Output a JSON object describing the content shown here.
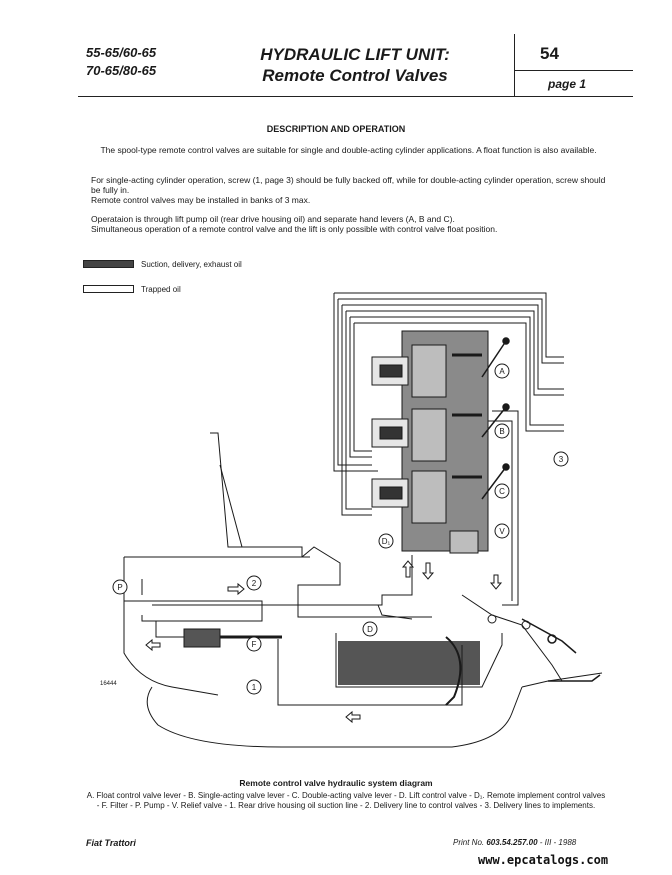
{
  "header": {
    "models_line1": "55-65/60-65",
    "models_line2": "70-65/80-65",
    "title_line1": "HYDRAULIC LIFT UNIT:",
    "title_line2": "Remote Control Valves",
    "page_number": "54",
    "page_label": "page 1"
  },
  "section": {
    "title": "DESCRIPTION AND OPERATION",
    "para1": "The spool-type remote control valves are suitable for single and double-acting cylinder applications. A float function is also available.",
    "para2_line1": "For single-acting cylinder operation, screw (1, page 3) should be fully backed off, while for double-acting cylinder operation, screw should be fully in.",
    "para2_line2": "Remote control valves may be installed in banks of 3 max.",
    "para3_line1": "Operataion is through lift pump oil (rear drive housing oil) and separate hand levers (A, B and C).",
    "para3_line2": "Simultaneous operation of a remote control valve and the lift is only possible with control valve float position."
  },
  "legend": {
    "dark_label": "Suction, delivery, exhaust oil",
    "light_label": "Trapped oil",
    "dark_color": "#444444",
    "light_color": "#ffffff"
  },
  "diagram": {
    "labels": {
      "A": "A",
      "B": "B",
      "C": "C",
      "V": "V",
      "D1": "D₁",
      "D": "D",
      "P": "P",
      "F": "F",
      "n1": "1",
      "n2": "2",
      "n3": "3"
    },
    "figure_number": "16444"
  },
  "caption": {
    "title": "Remote control valve hydraulic system diagram",
    "text": "A. Float control valve lever - B. Single-acting valve lever - C. Double-acting valve lever - D. Lift control valve - D₁. Remote implement control valves - F. Filter - P. Pump - V. Relief valve - 1. Rear drive housing oil suction line - 2. Delivery line to control valves - 3. Delivery lines to implements."
  },
  "footer": {
    "brand": "Fiat Trattori",
    "print_prefix": "Print No.",
    "print_number": "603.54.257.00",
    "print_suffix": "- III - 1988",
    "watermark": "www.epcatalogs.com"
  }
}
